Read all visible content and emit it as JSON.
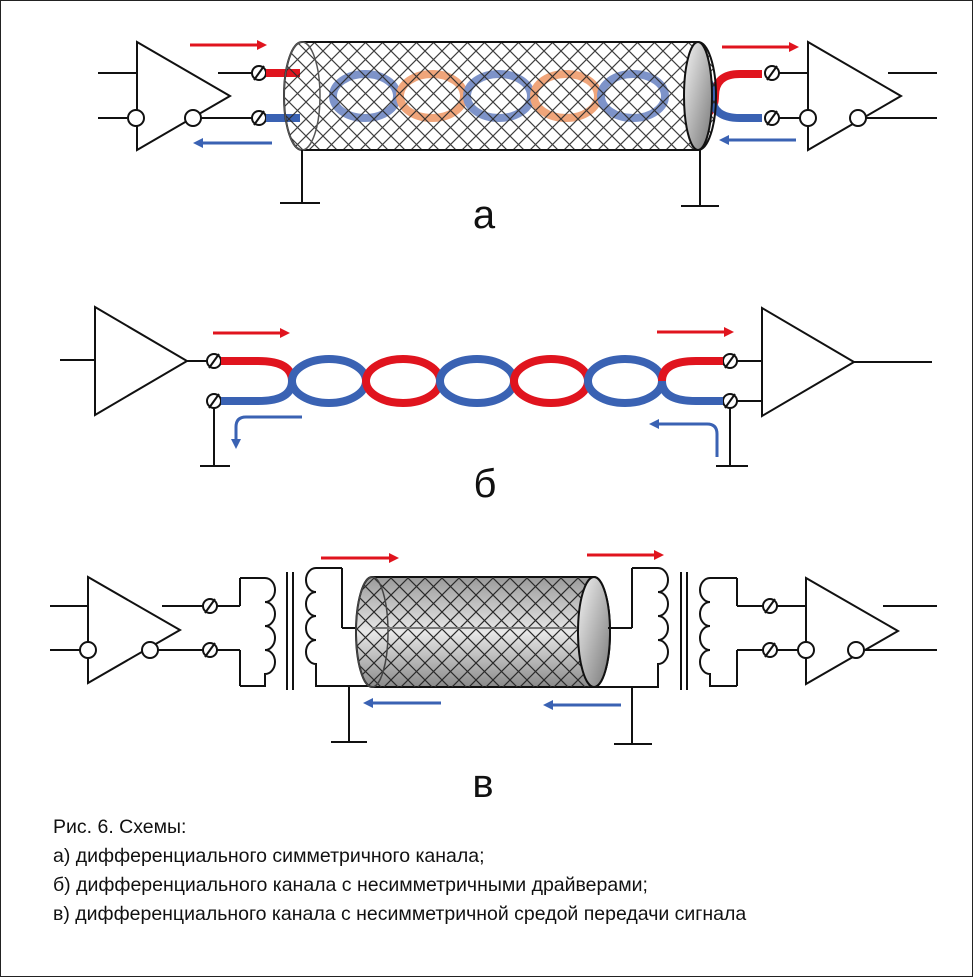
{
  "labels": {
    "a": "а",
    "b": "б",
    "c": "в"
  },
  "caption": {
    "title": "Рис. 6. Схемы:",
    "line_a": "а) дифференциального симметричного канала;",
    "line_b": "б) дифференциального канала с несимметричными драйверами;",
    "line_c": "в) дифференциального канала с несимметричной средой передачи сигнала"
  },
  "colors": {
    "forward_signal": "#e0141e",
    "return_signal": "#3a62b3",
    "line": "#111111"
  }
}
